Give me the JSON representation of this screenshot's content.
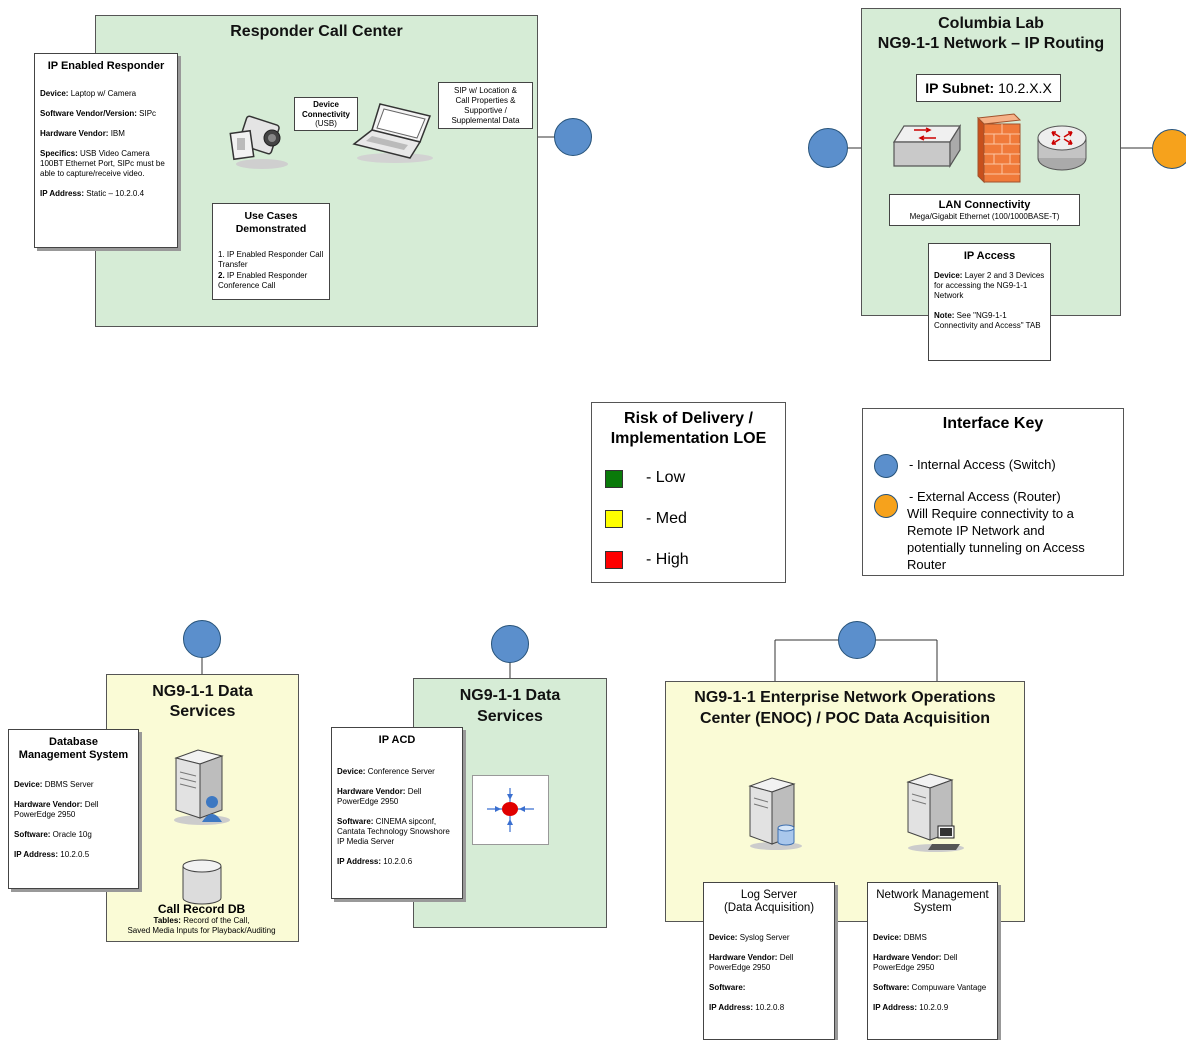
{
  "responder_call_center": {
    "title": "Responder Call Center",
    "ip_enabled_responder": {
      "title": "IP Enabled Responder",
      "rows": [
        {
          "label": "Device:",
          "value": " Laptop w/ Camera"
        },
        {
          "label": "Software Vendor/Version:",
          "value": " SIPc"
        },
        {
          "label": "Hardware Vendor:",
          "value": "  IBM"
        },
        {
          "label": "Specifics:",
          "value": "  USB Video Camera 100BT Ethernet Port,  SIPc must be able to capture/receive video."
        },
        {
          "label": "IP Address:",
          "value": "  Static – 10.2.0.4"
        }
      ]
    },
    "device_connectivity": [
      "Device",
      "Connectivity",
      "(USB)"
    ],
    "sip_label": [
      "SIP w/ Location &",
      "Call Properties &",
      "Supportive /",
      "Supplemental Data"
    ],
    "use_cases": {
      "title": [
        "Use Cases",
        "Demonstrated"
      ],
      "items": [
        {
          "num": "1.",
          "text": " IP Enabled Responder Call Transfer"
        },
        {
          "num": "2.",
          "text": "  IP Enabled Responder Conference Call"
        }
      ]
    }
  },
  "columbia_lab": {
    "title": [
      "Columbia Lab",
      "NG9-1-1 Network – IP Routing"
    ],
    "ip_subnet_label": "IP Subnet:",
    "ip_subnet_value": " 10.2.X.X",
    "lan": {
      "title": "LAN Connectivity",
      "detail": "Mega/Gigabit Ethernet (100/1000BASE-T)"
    },
    "ip_access": {
      "title": "IP Access",
      "device_label": "Device:",
      "device_value": "  Layer 2 and 3 Devices for accessing the NG9-1-1 Network",
      "note_label": "Note:",
      "note_value": "  See \"NG9-1-1 Connectivity and Access\" TAB"
    }
  },
  "risk": {
    "title": [
      "Risk of Delivery /",
      "Implementation LOE"
    ],
    "levels": [
      {
        "label": "-   Low",
        "color": "#0a7a0a"
      },
      {
        "label": "-   Med",
        "color": "#ffff00"
      },
      {
        "label": "-   High",
        "color": "#ff0000"
      }
    ]
  },
  "interface_key": {
    "title": "Interface Key",
    "internal": "-  Internal Access (Switch)",
    "external": [
      "-  External Access (Router)",
      "Will Require connectivity to a",
      "Remote IP Network and",
      "potentially tunneling on Access",
      "Router"
    ]
  },
  "data_services_1": {
    "title": [
      "NG9-1-1 Data",
      "Services"
    ],
    "dbms": {
      "title": [
        "Database",
        "Management System"
      ],
      "rows": [
        {
          "label": "Device:",
          "value": "  DBMS Server"
        },
        {
          "label": "Hardware Vendor:",
          "value": "  Dell PowerEdge 2950"
        },
        {
          "label": "Software:",
          "value": "  Oracle 10g"
        },
        {
          "label": "IP Address:",
          "value": "  10.2.0.5"
        }
      ]
    },
    "call_record": {
      "title": "Call Record DB",
      "tables_label": "Tables:",
      "tables_value": "  Record of the Call,",
      "tables_line2": "Saved Media Inputs for Playback/Auditing"
    }
  },
  "data_services_2": {
    "title": [
      "NG9-1-1 Data",
      "Services"
    ],
    "ip_acd": {
      "title": "IP ACD",
      "rows": [
        {
          "label": "Device:",
          "value": " Conference Server"
        },
        {
          "label": "Hardware Vendor:",
          "value": "  Dell PowerEdge 2950"
        },
        {
          "label": "Software:",
          "value": " CINEMA sipconf, Cantata Technology Snowshore IP Media Server"
        },
        {
          "label": "IP Address:",
          "value": "  10.2.0.6"
        }
      ]
    }
  },
  "enoc": {
    "title": [
      "NG9-1-1 Enterprise Network Operations",
      "Center (ENOC) / POC Data Acquisition"
    ],
    "log_server": {
      "title": [
        "Log Server",
        "(Data Acquisition)"
      ],
      "rows": [
        {
          "label": "Device:",
          "value": "  Syslog Server"
        },
        {
          "label": "Hardware Vendor:",
          "value": "  Dell PowerEdge 2950"
        },
        {
          "label": "Software:",
          "value": ""
        },
        {
          "label": "IP Address:",
          "value": "  10.2.0.8"
        }
      ]
    },
    "nms": {
      "title": [
        "Network Management",
        "System"
      ],
      "rows": [
        {
          "label": "Device:",
          "value": "  DBMS"
        },
        {
          "label": "Hardware Vendor:",
          "value": "  Dell PowerEdge 2950"
        },
        {
          "label": "Software:",
          "value": "  Compuware Vantage"
        },
        {
          "label": "IP Address:",
          "value": "  10.2.0.9"
        }
      ]
    }
  },
  "colors": {
    "internal": "#5b8fcc",
    "external": "#f6a21c",
    "green_panel": "#d6ecd6",
    "yellow_panel": "#fafbd6"
  }
}
